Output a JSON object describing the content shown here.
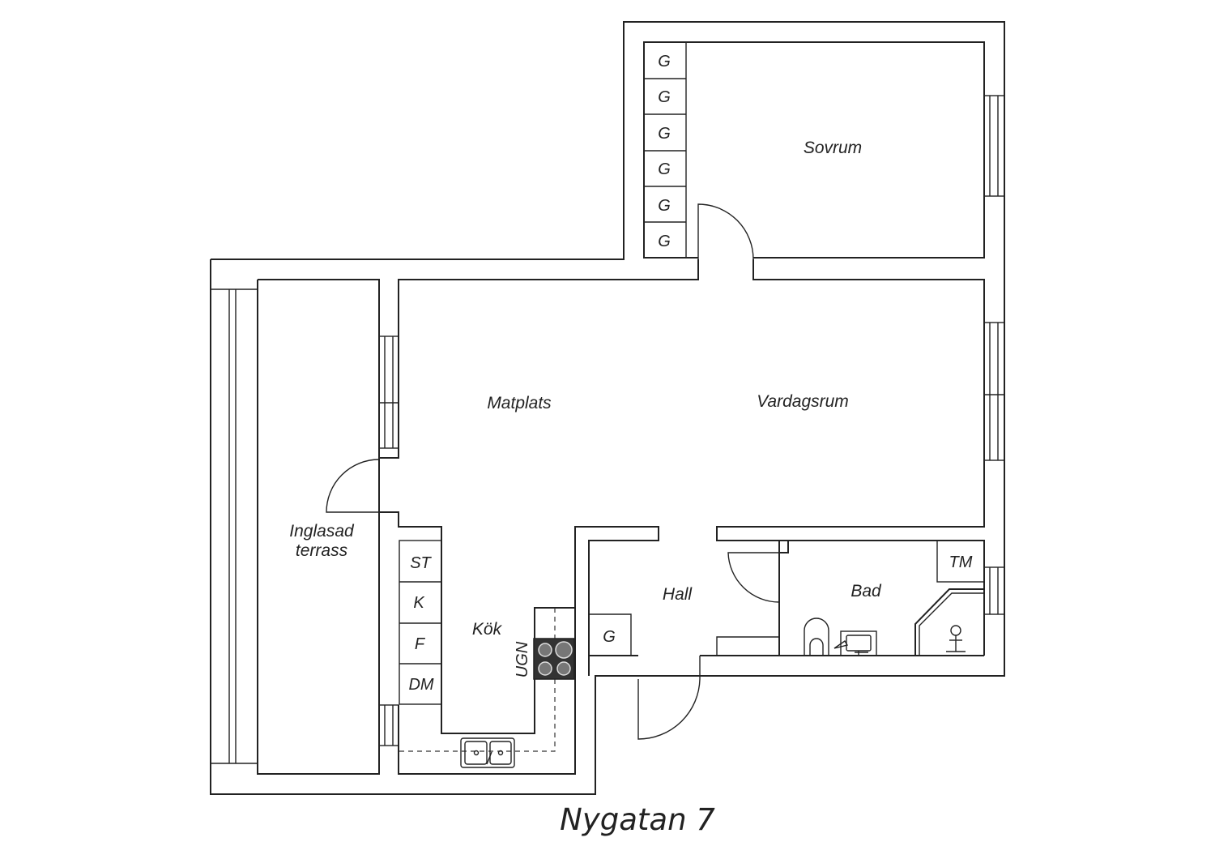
{
  "plan": {
    "caption": "Nygatan 7",
    "rooms": {
      "sovrum": "Sovrum",
      "matplats": "Matplats",
      "vardagsrum": "Vardagsrum",
      "terrace_line1": "Inglasad",
      "terrace_line2": "terrass",
      "hall": "Hall",
      "bad": "Bad",
      "kok": "Kök"
    },
    "wardrobe_label": "G",
    "kitchen_units": [
      "ST",
      "K",
      "F",
      "DM"
    ],
    "oven_label": "UGN",
    "hall_wardrobe_label": "G",
    "tm_label": "TM"
  }
}
